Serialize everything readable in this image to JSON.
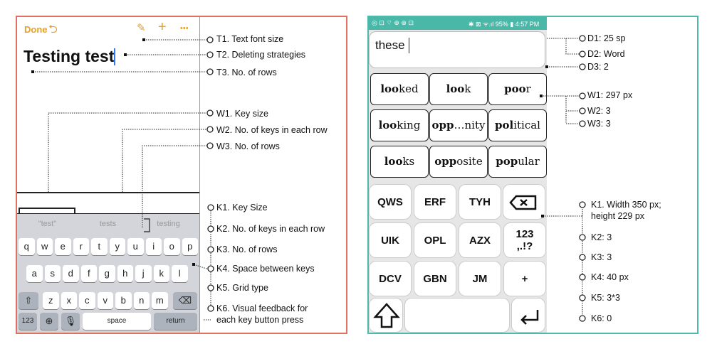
{
  "left": {
    "toolbar": {
      "done": "Done",
      "undo_icon": "undo-icon",
      "pin_icon": "pin-icon",
      "plus": "+",
      "more": "•••"
    },
    "title": "Testing test",
    "suggestions": [
      "\"test\"",
      "tests",
      "testing"
    ],
    "rows": [
      [
        "q",
        "w",
        "e",
        "r",
        "t",
        "y",
        "u",
        "i",
        "o",
        "p"
      ],
      [
        "a",
        "s",
        "d",
        "f",
        "g",
        "h",
        "j",
        "k",
        "l"
      ],
      [
        "z",
        "x",
        "c",
        "v",
        "b",
        "n",
        "m"
      ]
    ],
    "bottom": {
      "num": "123",
      "space": "space",
      "return": "return"
    },
    "annotations": {
      "t1": "T1. Text font size",
      "t2": "T2. Deleting strategies",
      "t3": "T3. No. of rows",
      "w1": "W1. Key size",
      "w2": "W2. No. of keys in each row",
      "w3": "W3. No. of rows",
      "k1": "K1. Key Size",
      "k2": "K2. No. of keys in each row",
      "k3": "K3. No. of rows",
      "k4": "K4. Space between keys",
      "k5": "K5. Grid type",
      "k6a": "K6. Visual feedback for",
      "k6b": "each key button press"
    }
  },
  "right": {
    "status": {
      "left": "◎ ⊡ ⌔ ⊕ ⊕ ⊡",
      "right": "✱ ⊠ ᯤ.ıl 95% ▮ 4:57 PM"
    },
    "text": "these",
    "words": [
      [
        {
          "bold": "loo",
          "rest": "ked"
        },
        {
          "bold": "loo",
          "rest": "k"
        },
        {
          "bold": "poo",
          "rest": "r"
        }
      ],
      [
        {
          "bold": "loo",
          "rest": "king"
        },
        {
          "bold": "opp",
          "rest": "…nity"
        },
        {
          "bold": "pol",
          "rest": "itical"
        }
      ],
      [
        {
          "bold": "loo",
          "rest": "ks"
        },
        {
          "bold": "opp",
          "rest": "osite"
        },
        {
          "bold": "pop",
          "rest": "ular"
        }
      ]
    ],
    "keys": [
      [
        "QWS",
        "ERF",
        "TYH"
      ],
      [
        "UIK",
        "OPL",
        "AZX",
        "123\n,.!?"
      ],
      [
        "DCV",
        "GBN",
        "JM",
        "+"
      ]
    ],
    "annotations": {
      "d1": "D1: 25 sp",
      "d2": "D2: Word",
      "d3": "D3: 2",
      "w1": "W1: 297 px",
      "w2": "W2: 3",
      "w3": "W3: 3",
      "k1a": "K1. Width 350 px;",
      "k1b": "height 229 px",
      "k2": "K2: 3",
      "k3": "K3: 3",
      "k4": "K4: 40 px",
      "k5": "K5: 3*3",
      "k6": "K6: 0"
    }
  }
}
